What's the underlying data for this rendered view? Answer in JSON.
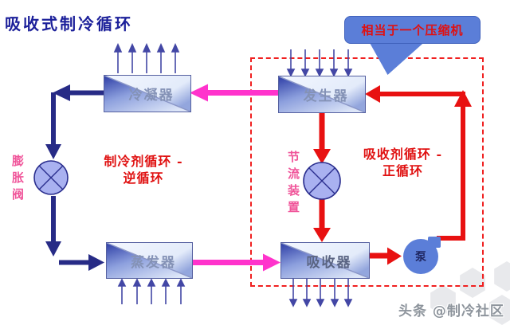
{
  "title": "吸收式制冷循环",
  "callout": {
    "text": "相当于一个压缩机"
  },
  "components": {
    "condenser": "冷凝器",
    "generator": "发生器",
    "evaporator": "蒸发器",
    "absorber": "吸收器",
    "expansion_valve": "膨胀阀",
    "throttle_device": "节流装置",
    "pump": "泵"
  },
  "annotations": {
    "refrigerant_loop": {
      "line1": "制冷剂循环 -",
      "line2": "逆循环"
    },
    "absorbent_loop": {
      "line1": "吸收剂循环 -",
      "line2": "正循环"
    }
  },
  "watermark": "头条 @制冷社区",
  "colors": {
    "title_text": "#1c209a",
    "navy_flow": "#272b86",
    "pink_flow": "#ff33cc",
    "red_flow": "#e81111",
    "red_text": "#e01212",
    "pink_text": "#f0559a",
    "callout_fill": "#5b7ed8",
    "dashed_border": "#f02020",
    "unit_fill_dark": "#2e3ea6",
    "unit_fill_light": "#f3f7ff"
  }
}
